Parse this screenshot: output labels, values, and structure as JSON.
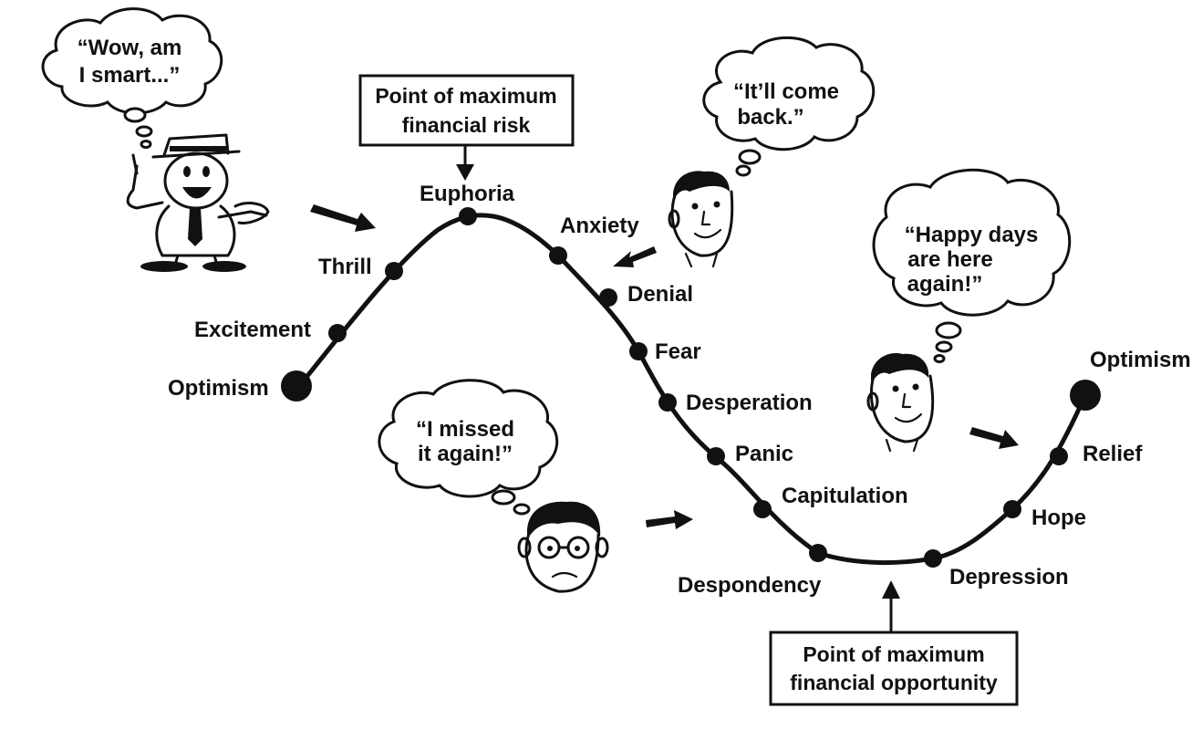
{
  "stages": [
    {
      "id": "optimism-start",
      "label": "Optimism"
    },
    {
      "id": "excitement",
      "label": "Excitement"
    },
    {
      "id": "thrill",
      "label": "Thrill"
    },
    {
      "id": "euphoria",
      "label": "Euphoria"
    },
    {
      "id": "anxiety",
      "label": "Anxiety"
    },
    {
      "id": "denial",
      "label": "Denial"
    },
    {
      "id": "fear",
      "label": "Fear"
    },
    {
      "id": "desperation",
      "label": "Desperation"
    },
    {
      "id": "panic",
      "label": "Panic"
    },
    {
      "id": "capitulation",
      "label": "Capitulation"
    },
    {
      "id": "despondency",
      "label": "Despondency"
    },
    {
      "id": "depression",
      "label": "Depression"
    },
    {
      "id": "hope",
      "label": "Hope"
    },
    {
      "id": "relief",
      "label": "Relief"
    },
    {
      "id": "optimism-end",
      "label": "Optimism"
    }
  ],
  "callouts": {
    "risk": {
      "lines": [
        "Point of maximum",
        "financial risk"
      ]
    },
    "opportunity": {
      "lines": [
        "Point of maximum",
        "financial opportunity"
      ]
    }
  },
  "thoughts": {
    "smart": {
      "lines": [
        "“Wow, am",
        "I smart...”"
      ]
    },
    "come_back": {
      "lines": [
        "“It’ll come",
        "back.”"
      ]
    },
    "happy_days": {
      "lines": [
        "“Happy days",
        "are here",
        "again!”"
      ]
    },
    "missed": {
      "lines": [
        "“I missed",
        "it again!”"
      ]
    }
  }
}
